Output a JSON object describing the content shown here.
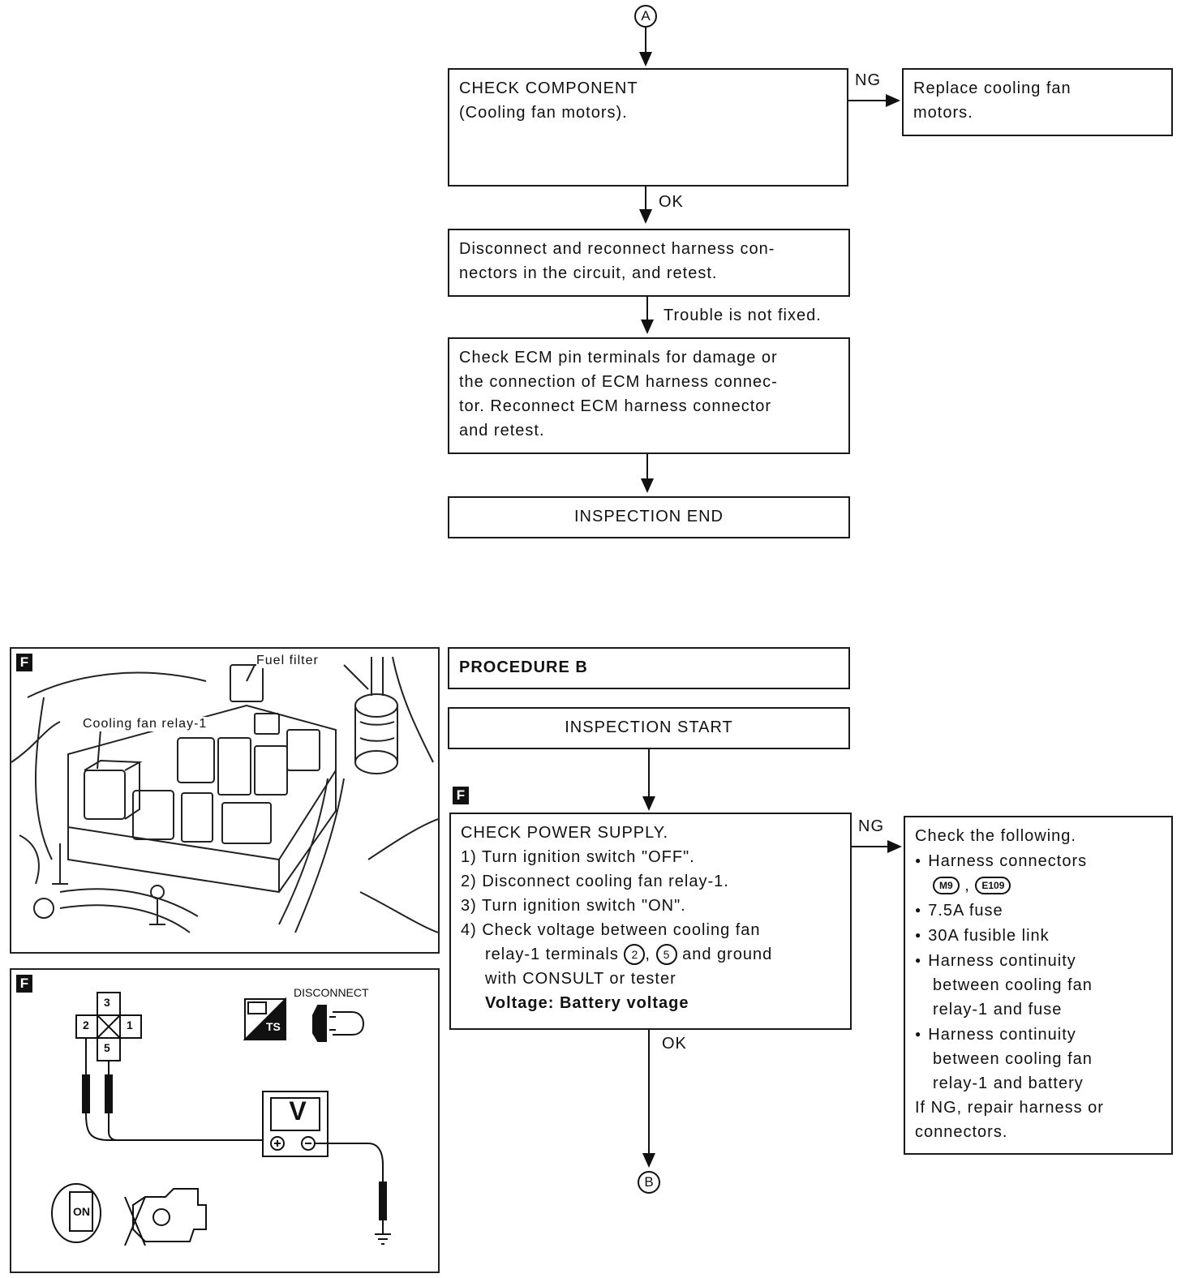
{
  "connectors": {
    "a": "A",
    "b": "B"
  },
  "flow_top": {
    "check_component_title": "CHECK COMPONENT",
    "check_component_sub": "(Cooling fan motors).",
    "ng_label": "NG",
    "replace_line1": "Replace cooling fan",
    "replace_line2": "motors.",
    "ok_label": "OK",
    "disconnect_line1": "Disconnect and reconnect harness con-",
    "disconnect_line2": "nectors in the circuit, and retest.",
    "trouble_label": "Trouble is not fixed.",
    "ecm_line1": "Check ECM pin terminals for damage or",
    "ecm_line2": "the connection of ECM harness connec-",
    "ecm_line3": "tor. Reconnect ECM harness connector",
    "ecm_line4": "and retest.",
    "inspection_end": "INSPECTION END"
  },
  "flow_bottom": {
    "procedure_title": "PROCEDURE B",
    "inspection_start": "INSPECTION START",
    "badge": "F",
    "power_title": "CHECK POWER SUPPLY.",
    "step1": "1) Turn ignition switch \"OFF\".",
    "step2": "2) Disconnect cooling fan relay-1.",
    "step3": "3) Turn ignition switch \"ON\".",
    "step4a": "4) Check voltage between cooling fan",
    "step4b_pre": "relay-1 terminals",
    "term_2": "2",
    "term_5": "5",
    "step4b_post": "and ground",
    "step4c": "with CONSULT or tester",
    "voltage": "Voltage: Battery voltage",
    "ng_label": "NG",
    "ok_label": "OK",
    "check_following": "Check the following.",
    "item_harness": "Harness connectors",
    "conn_m9": "M9",
    "conn_e109": "E109",
    "item_fuse": "7.5A fuse",
    "item_link": "30A fusible link",
    "item_cont1_a": "Harness continuity",
    "item_cont1_b": "between cooling fan",
    "item_cont1_c": "relay-1 and fuse",
    "item_cont2_a": "Harness continuity",
    "item_cont2_b": "between cooling fan",
    "item_cont2_c": "relay-1 and battery",
    "if_ng_a": "If NG, repair harness or",
    "if_ng_b": "connectors."
  },
  "illustration": {
    "badge": "F",
    "fuel_filter": "Fuel filter",
    "relay_label": "Cooling fan relay-1"
  },
  "wiring": {
    "badge": "F",
    "disconnect": "DISCONNECT",
    "ts": "TS",
    "meter": "V",
    "t1": "1",
    "t2": "2",
    "t3": "3",
    "t5": "5",
    "on": "ON"
  }
}
